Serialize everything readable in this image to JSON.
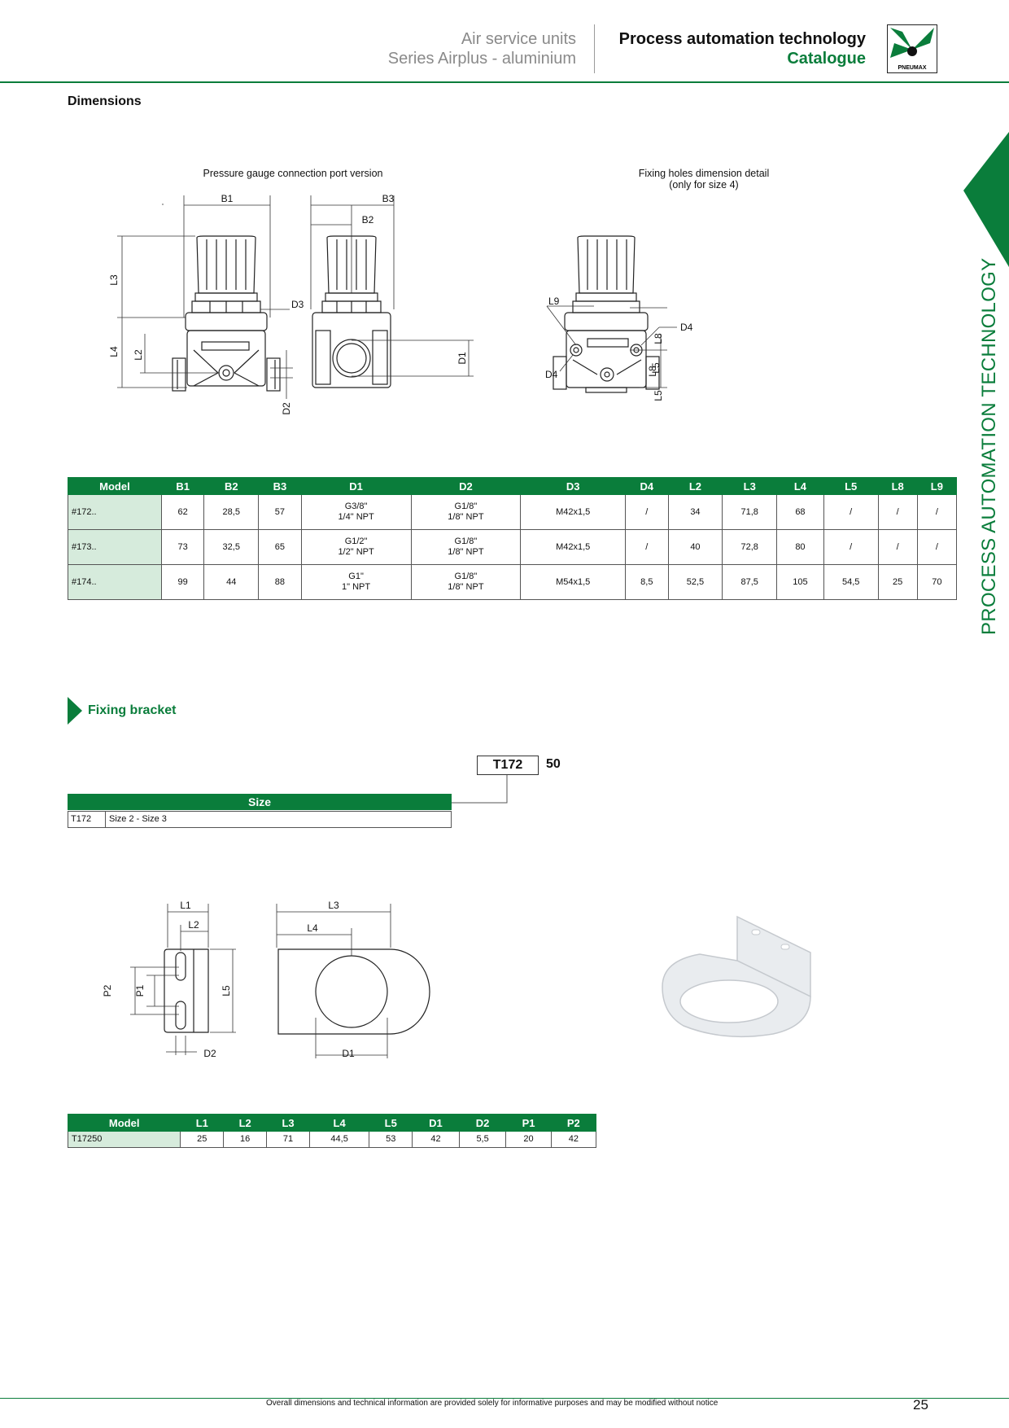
{
  "header": {
    "series_line1": "Air service units",
    "series_line2": "Series Airplus - aluminium",
    "title_line1": "Process automation technology",
    "title_line2": "Catalogue",
    "logo_text": "PNEUMAX"
  },
  "section_title": "Dimensions",
  "side_tab": "PROCESS AUTOMATION TECHNOLOGY",
  "drawing_captions": {
    "gauge_version": "Pressure gauge connection port version",
    "fixing_detail_line1": "Fixing holes dimension detail",
    "fixing_detail_line2": "(only for size 4)"
  },
  "dim_labels": {
    "b1": "B1",
    "b2": "B2",
    "b3": "B3",
    "l2": "L2",
    "l3": "L3",
    "l4": "L4",
    "l5": "L5",
    "l8": "L8",
    "l9": "L9",
    "d1": "D1",
    "d2": "D2",
    "d3": "D3",
    "d4": "D4"
  },
  "dimensions_table": {
    "headers": [
      "Model",
      "B1",
      "B2",
      "B3",
      "D1",
      "D2",
      "D3",
      "D4",
      "L2",
      "L3",
      "L4",
      "L5",
      "L8",
      "L9"
    ],
    "rows": [
      [
        "#172..",
        "62",
        "28,5",
        "57",
        [
          "G3/8\"",
          "1/4\" NPT"
        ],
        [
          "G1/8\"",
          "1/8\" NPT"
        ],
        "M42x1,5",
        "/",
        "34",
        "71,8",
        "68",
        "/",
        "/",
        "/"
      ],
      [
        "#173..",
        "73",
        "32,5",
        "65",
        [
          "G1/2\"",
          "1/2\" NPT"
        ],
        [
          "G1/8\"",
          "1/8\" NPT"
        ],
        "M42x1,5",
        "/",
        "40",
        "72,8",
        "80",
        "/",
        "/",
        "/"
      ],
      [
        "#174..",
        "99",
        "44",
        "88",
        [
          "G1\"",
          "1\" NPT"
        ],
        [
          "G1/8\"",
          "1/8\" NPT"
        ],
        "M54x1,5",
        "8,5",
        "52,5",
        "87,5",
        "105",
        "54,5",
        "25",
        "70"
      ]
    ]
  },
  "fixing_bracket": {
    "title": "Fixing bracket",
    "code": "T172",
    "code_suffix": "50",
    "size_header": "Size",
    "size_code": "T172",
    "size_value": "Size 2 - Size 3",
    "dim_labels": {
      "l1": "L1",
      "l2": "L2",
      "l3": "L3",
      "l4": "L4",
      "l5": "L5",
      "p1": "P1",
      "p2": "P2",
      "d1": "D1",
      "d2": "D2"
    },
    "table": {
      "headers": [
        "Model",
        "L1",
        "L2",
        "L3",
        "L4",
        "L5",
        "D1",
        "D2",
        "P1",
        "P2"
      ],
      "rows": [
        [
          "T17250",
          "25",
          "16",
          "71",
          "44,5",
          "53",
          "42",
          "5,5",
          "20",
          "42"
        ]
      ]
    }
  },
  "footer": {
    "note": "Overall dimensions and technical information are provided solely for informative purposes and may be modified without notice",
    "page": "25"
  },
  "colors": {
    "brand_green": "#0a7d3b",
    "model_cell_bg": "#d6ebdc"
  }
}
